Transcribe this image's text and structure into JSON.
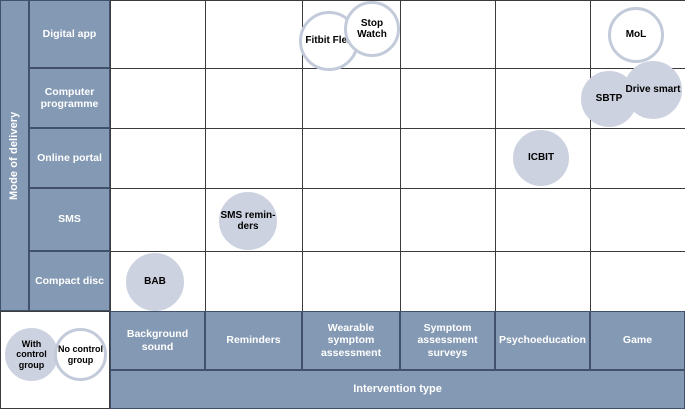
{
  "chart_data": {
    "type": "scatter",
    "title": "",
    "xlabel": "Intervention type",
    "ylabel": "Mode of delivery",
    "grid": true,
    "legend_position": "bottom-left",
    "categories_x": [
      "Background sound",
      "Reminders",
      "Wearable symptom assessment",
      "Symptom assessment surveys",
      "Psychoeducation",
      "Game"
    ],
    "categories_y": [
      "Digital app",
      "Computer programme",
      "Online portal",
      "SMS",
      "Compact disc"
    ],
    "legend": [
      {
        "label": "With control group",
        "style": "filled"
      },
      {
        "label": "No control group",
        "style": "outline"
      }
    ],
    "points": [
      {
        "label": "Fitbit Flex",
        "x": "Wearable symptom assessment",
        "y": "Digital app",
        "style": "outline"
      },
      {
        "label": "Stop Watch",
        "x": "Wearable symptom assessment",
        "y": "Digital app",
        "style": "outline"
      },
      {
        "label": "MoL",
        "x": "Game",
        "y": "Digital app",
        "style": "outline"
      },
      {
        "label": "SBTP",
        "x": "Game",
        "y": "Computer programme",
        "style": "filled"
      },
      {
        "label": "Drive smart",
        "x": "Game",
        "y": "Computer programme",
        "style": "filled"
      },
      {
        "label": "ICBIT",
        "x": "Psychoeducation",
        "y": "Online portal",
        "style": "filled"
      },
      {
        "label": "SMS reminders",
        "x": "Reminders",
        "y": "SMS",
        "style": "filled"
      },
      {
        "label": "BAB",
        "x": "Background sound",
        "y": "Compact disc",
        "style": "filled"
      }
    ]
  },
  "axes": {
    "y_title": "Mode of delivery",
    "x_title": "Intervention type"
  },
  "row_headers": [
    {
      "label": "Digital app"
    },
    {
      "label": "Computer programme"
    },
    {
      "label": "Online portal"
    },
    {
      "label": "SMS"
    },
    {
      "label": "Compact disc"
    }
  ],
  "column_headers": [
    {
      "label": "Background sound"
    },
    {
      "label": "Reminders"
    },
    {
      "label": "Wearable symptom assessment"
    },
    {
      "label": "Symptom assessment surveys"
    },
    {
      "label": "Psychoeducation"
    },
    {
      "label": "Game"
    }
  ],
  "legend_items": [
    {
      "label": "With control group"
    },
    {
      "label": "No control group"
    }
  ],
  "bubbles": [
    {
      "label": "Fitbit Flex"
    },
    {
      "label": "Stop Watch"
    },
    {
      "label": "MoL"
    },
    {
      "label": "SBTP"
    },
    {
      "label": "Drive smart"
    },
    {
      "label": "ICBIT"
    },
    {
      "label": "SMS remin-ders"
    },
    {
      "label": "BAB"
    }
  ],
  "colors": {
    "header_fill": "#8499b4",
    "header_border": "#41506b",
    "bubble_fill": "#ccd2e0",
    "bubble_stroke": "#c3cada",
    "grid_line": "#3b3b3b",
    "header_text": "#ffffff",
    "bubble_text": "#000000"
  }
}
